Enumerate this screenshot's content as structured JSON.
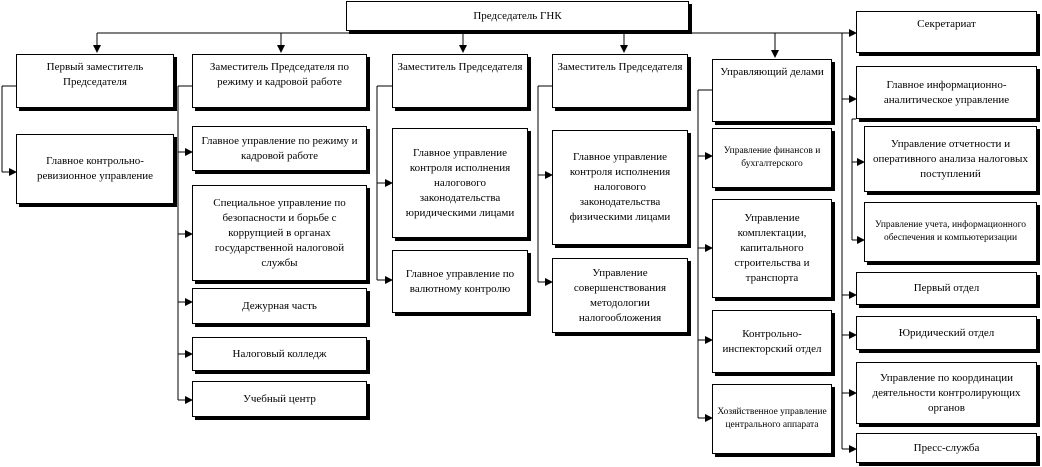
{
  "root": "Председатель ГНК",
  "col1": {
    "head": "Первый заместитель Председателя",
    "items": [
      "Главное контрольно-ревизионное управление"
    ]
  },
  "col2": {
    "head": "Заместитель Председателя по режиму и кадровой работе",
    "items": [
      "Главное управление по режиму и кадровой работе",
      "Специальное управление по безопасности и борьбе с коррупцией в органах государственной налоговой службы",
      "Дежурная часть",
      "Налоговый колледж",
      "Учебный центр"
    ]
  },
  "col3": {
    "head": "Заместитель Председателя",
    "items": [
      "Главное управление контроля исполнения налогового законодательства юридическими лицами",
      "Главное управление по валютному контролю"
    ]
  },
  "col4": {
    "head": "Заместитель Председателя",
    "items": [
      "Главное управление контроля исполнения налогового законодательства физическими лицами",
      "Управление совершенствования методологии налогообложения"
    ]
  },
  "col5": {
    "head": "Управляющий делами",
    "items": [
      "Управление финансов и бухгалтерского",
      "Управление комплектации, капитального строительства и транспорта",
      "Контрольно-инспекторский отдел",
      "Хозяйственное управление центрального аппарата"
    ]
  },
  "col6": {
    "secretariat": "Секретариат",
    "main_info": "Главное информационно-аналитическое управление",
    "sub": [
      "Управление отчетности и оперативного анализа налоговых поступлений",
      "Управление учета, информационного обеспечения и компьютеризации"
    ],
    "items": [
      "Первый отдел",
      "Юридический отдел",
      "Управление по координации деятельности контролирующих органов",
      "Пресс-служба"
    ]
  }
}
